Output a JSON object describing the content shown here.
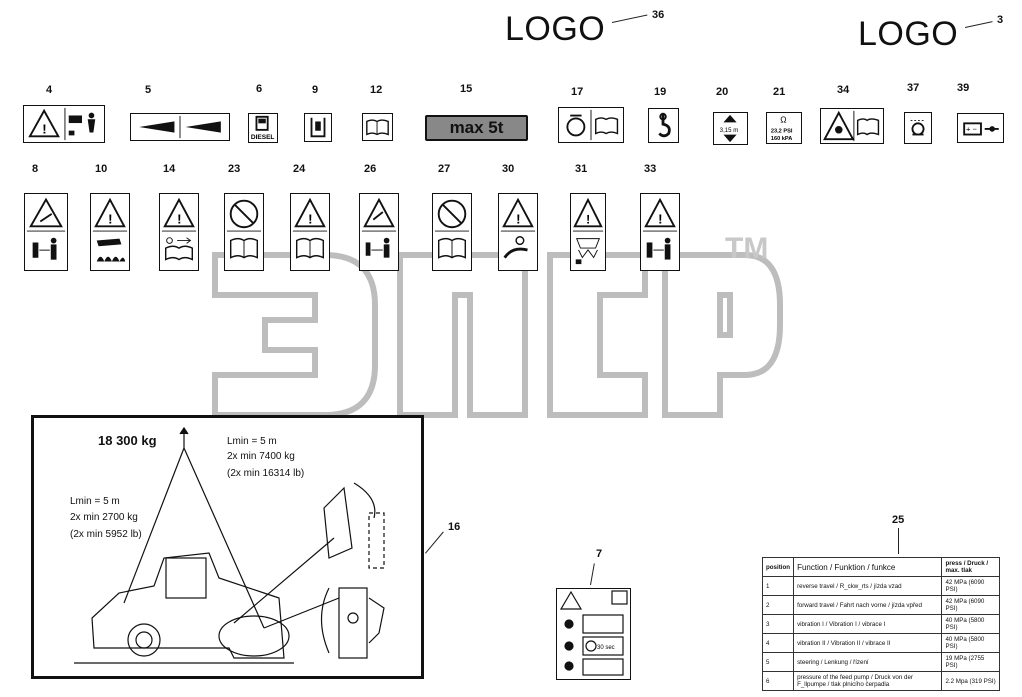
{
  "logos": [
    {
      "id": "logo-36",
      "text": "LOGO",
      "number": "36"
    },
    {
      "id": "logo-3",
      "text": "LOGO",
      "number": "3"
    }
  ],
  "row1_numbers": {
    "n4": "4",
    "n5": "5",
    "n6": "6",
    "n9": "9",
    "n12": "12",
    "n15": "15",
    "n17": "17",
    "n19": "19",
    "n20": "20",
    "n21": "21",
    "n34": "34",
    "n37": "37",
    "n39": "39"
  },
  "row2_numbers": {
    "n8": "8",
    "n10": "10",
    "n14": "14",
    "n23": "23",
    "n24": "24",
    "n26": "26",
    "n27": "27",
    "n30": "30",
    "n31": "31",
    "n33": "33"
  },
  "decal_texts": {
    "diesel": "DIESEL",
    "max_load": "max 5t",
    "height": "3,15 m",
    "pressure_psi": "23,2 PSI",
    "pressure_kpa": "160 kPA",
    "omega": "Ω"
  },
  "watermark": {
    "text": "ЭПСР",
    "tm": "TM",
    "color": "#c8c8c8"
  },
  "lifting": {
    "number": "16",
    "total_weight": "18 300 kg",
    "front_lmin": "Lmin = 5 m",
    "front_min_kg": "2x min 7400 kg",
    "front_min_lb": "(2x min 16314 lb)",
    "rear_lmin": "Lmin = 5 m",
    "rear_min_kg": "2x min 2700 kg",
    "rear_min_lb": "(2x min 5952 lb)"
  },
  "decal7": {
    "number": "7",
    "wait": "30 sec"
  },
  "table25": {
    "number": "25",
    "headers": [
      "position",
      "Function / Funktion / funkce",
      "press / Druck / max. tlak"
    ],
    "rows": [
      [
        "1",
        "reverse travel / R_ckw_rts / jízda vzad",
        "42 MPa (6090 PSI)"
      ],
      [
        "2",
        "forward travel / Fahrt nach vorne / jízda vpřed",
        "42 MPa (6090 PSI)"
      ],
      [
        "3",
        "vibration I / Vibration I / vibrace I",
        "40 MPa (5800 PSI)"
      ],
      [
        "4",
        "vibration II / Vibration II / vibrace II",
        "40 MPa (5800 PSI)"
      ],
      [
        "5",
        "steering / Lenkung / řízení",
        "19 MPa (2755 PSI)"
      ],
      [
        "6",
        "pressure of the feed pump / Druck von der F_llpumpe / tlak plnicího čerpadla",
        "2.2 Mpa (319 PSI)"
      ]
    ]
  }
}
